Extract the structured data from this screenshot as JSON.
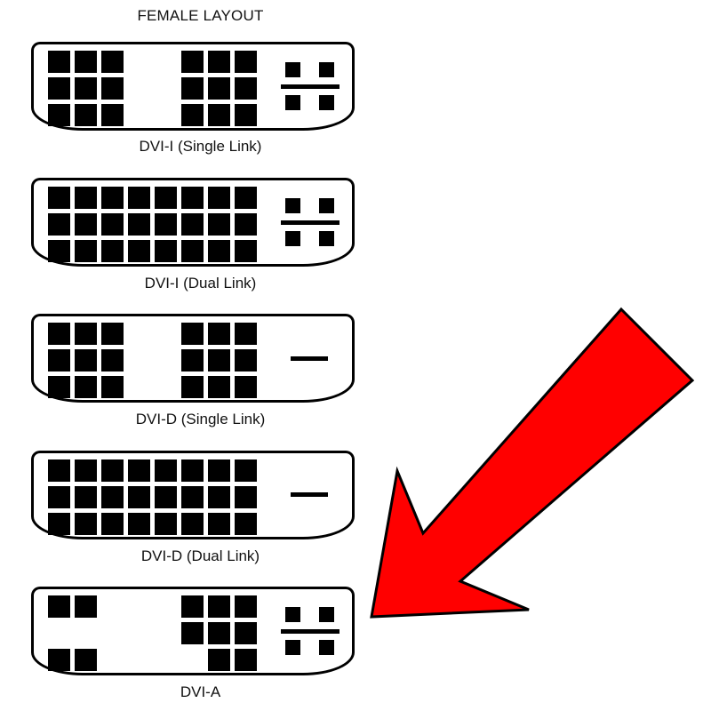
{
  "title": "FEMALE LAYOUT",
  "connectors": [
    {
      "label": "DVI-I (Single Link)"
    },
    {
      "label": "DVI-I (Dual Link)"
    },
    {
      "label": "DVI-D (Single Link)"
    },
    {
      "label": "DVI-D (Dual Link)"
    },
    {
      "label": "DVI-A"
    }
  ],
  "colors": {
    "arrow_fill": "#ff0000",
    "arrow_stroke": "#000000",
    "pin": "#000000"
  },
  "icons": {
    "arrow": "red-pointer-arrow"
  }
}
